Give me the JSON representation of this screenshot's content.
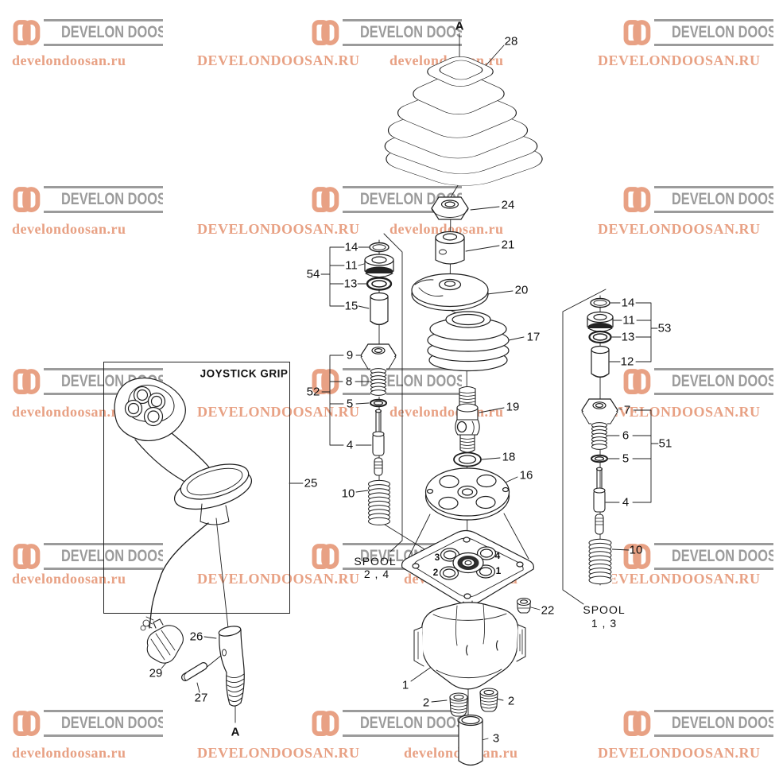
{
  "watermark": {
    "brand": "DEVELON DOOSAN",
    "site_lower": "develondoosan.ru",
    "site_upper": "DEVELONDOOSAN.RU",
    "orange": "#E8A184",
    "gray": "#9B9B9B"
  },
  "diagram": {
    "grip_box_title": "JOYSTICK GRIP",
    "marker_top": "A",
    "marker_bottom": "A",
    "spool_left_1": "SPOOL",
    "spool_left_2": "2 , 4",
    "spool_right_1": "SPOOL",
    "spool_right_2": "1 , 3",
    "ports": [
      "3",
      "4",
      "2",
      "1"
    ],
    "labels_center": {
      "n28": "28",
      "n24": "24",
      "n21": "21",
      "n20": "20",
      "n17": "17",
      "n19": "19",
      "n18": "18",
      "n16": "16",
      "n22": "22",
      "n1": "1",
      "n2a": "2",
      "n2b": "2",
      "n3": "3"
    },
    "labels_left": {
      "n14": "14",
      "n11": "11",
      "n13": "13",
      "n15": "15",
      "g54": "54",
      "n9": "9",
      "n8": "8",
      "n5": "5",
      "n4": "4",
      "g52": "52",
      "n10": "10",
      "n25": "25"
    },
    "labels_right": {
      "n14": "14",
      "n11": "11",
      "n13": "13",
      "g53": "53",
      "n12": "12",
      "n7": "7",
      "n6": "6",
      "n5": "5",
      "g51": "51",
      "n4": "4",
      "n10": "10"
    },
    "labels_grip": {
      "n26": "26",
      "n29": "29",
      "n27": "27"
    }
  }
}
